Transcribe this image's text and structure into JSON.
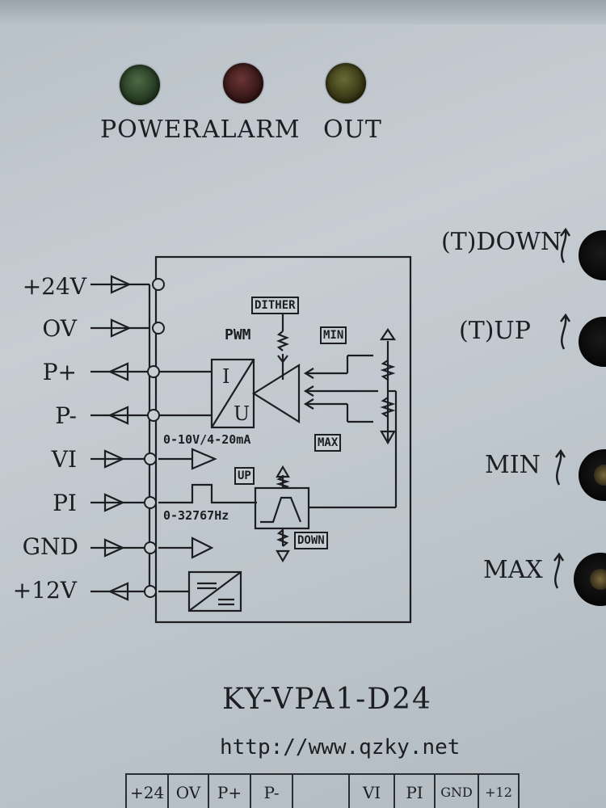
{
  "leds": [
    {
      "label": "POWER",
      "color": "#2f4a2a"
    },
    {
      "label": "ALARM",
      "color": "#4a2020"
    },
    {
      "label": "OUT",
      "color": "#4a4a1c"
    }
  ],
  "side_controls": [
    {
      "label": "(T)DOWN"
    },
    {
      "label": "(T)UP"
    },
    {
      "label": "MIN"
    },
    {
      "label": "MAX"
    }
  ],
  "terminals": [
    "+24V",
    "OV",
    "P+",
    "P-",
    "VI",
    "PI",
    "GND",
    "+12V"
  ],
  "diagram": {
    "dither": "DITHER",
    "pwm": "PWM",
    "min": "MIN",
    "max": "MAX",
    "converter_top": "I",
    "converter_bottom": "U",
    "output_range": "0-10V/4-20mA",
    "freq_range": "0-32767Hz",
    "up": "UP",
    "down": "DOWN"
  },
  "model": "KY-VPA1-D24",
  "url": "http://www.qzky.net",
  "terminal_strip": [
    "+24",
    "OV",
    "P+",
    "P-",
    "",
    "VI",
    "PI",
    "GND",
    "+12"
  ]
}
